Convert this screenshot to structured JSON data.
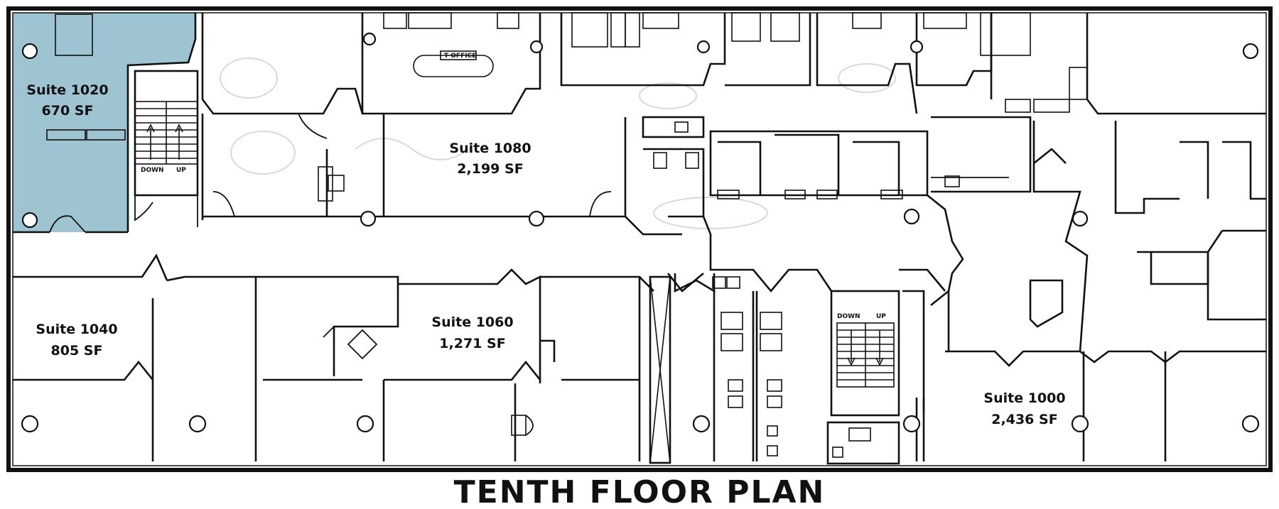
{
  "title": "TENTH FLOOR PLAN",
  "highlight_color": "#9ec4d2",
  "suites": [
    {
      "name": "Suite 1020",
      "area": "670 SF",
      "highlighted": true
    },
    {
      "name": "Suite 1080",
      "area": "2,199 SF",
      "highlighted": false
    },
    {
      "name": "Suite 1040",
      "area": "805 SF",
      "highlighted": false
    },
    {
      "name": "Suite 1060",
      "area": "1,271 SF",
      "highlighted": false
    },
    {
      "name": "Suite 1000",
      "area": "2,436 SF",
      "highlighted": false
    }
  ],
  "stairs": [
    {
      "down": "DOWN",
      "up": "UP"
    },
    {
      "down": "DOWN",
      "up": "UP"
    }
  ],
  "room_tag": "T OFFICE"
}
